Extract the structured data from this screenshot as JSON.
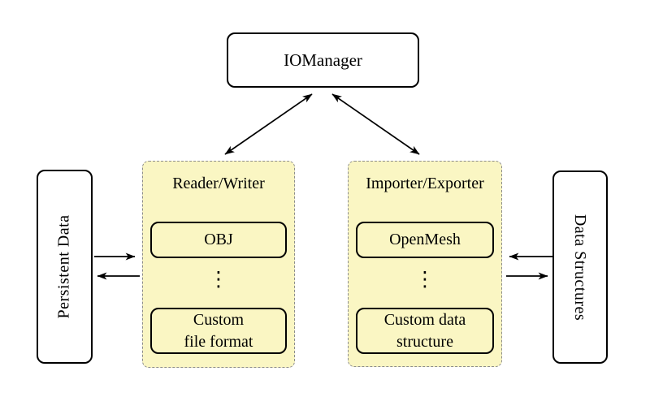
{
  "colors": {
    "background": "#FFFFFF",
    "group_fill": "#FAF6C3",
    "group_border": "#8C8C8C",
    "node_border": "#000000",
    "node_fill": "#FFFFFF",
    "arrow": "#000000",
    "text": "#000000"
  },
  "nodes": {
    "iomanager": {
      "label": "IOManager"
    },
    "persistent_data": {
      "label": "Persistent Data"
    },
    "data_structures": {
      "label": "Data Structures"
    },
    "reader_writer": {
      "title": "Reader/Writer",
      "ellipsis": "⋮",
      "items": [
        {
          "label": "OBJ"
        },
        {
          "label": "Custom",
          "label2": "file format"
        }
      ]
    },
    "importer_exporter": {
      "title": "Importer/Exporter",
      "ellipsis": "⋮",
      "items": [
        {
          "label": "OpenMesh"
        },
        {
          "label": "Custom data",
          "label2": "structure"
        }
      ]
    }
  },
  "arrows": [
    {
      "name": "iomanager-readerwriter",
      "type": "double"
    },
    {
      "name": "iomanager-importerexporter",
      "type": "double"
    },
    {
      "name": "persistentdata-to-readerwriter",
      "type": "single"
    },
    {
      "name": "readerwriter-to-persistentdata",
      "type": "single"
    },
    {
      "name": "datastructures-to-importerexporter",
      "type": "single"
    },
    {
      "name": "importerexporter-to-datastructures",
      "type": "single"
    }
  ]
}
